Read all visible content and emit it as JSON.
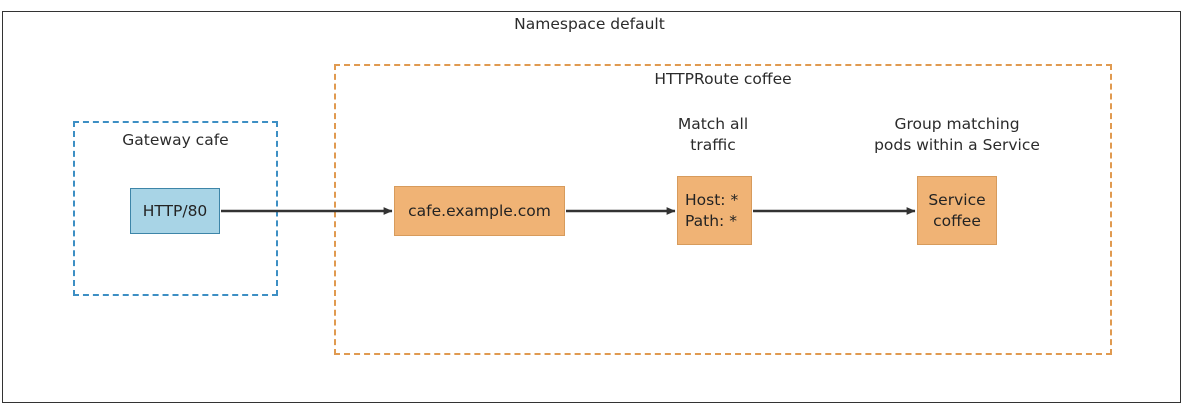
{
  "diagram": {
    "title": "Namespace default",
    "namespace": {
      "label": "Namespace default",
      "border_color": "#333333"
    },
    "groups": [
      {
        "id": "gateway",
        "label": "Gateway cafe",
        "style": "dashed",
        "border_color": "#3d8fc4"
      },
      {
        "id": "httproute",
        "label": "HTTPRoute coffee",
        "style": "dashed",
        "border_color": "#e09a50"
      }
    ],
    "nodes": [
      {
        "id": "listener",
        "label": "HTTP/80",
        "fill": "#a8d4e6",
        "stroke": "#3d85a8"
      },
      {
        "id": "hostname",
        "label": "cafe.example.com",
        "fill": "#f0b375",
        "stroke": "#d79b5c"
      },
      {
        "id": "match",
        "line1": "Host: *",
        "line2": "Path: *",
        "fill": "#f0b375",
        "stroke": "#d79b5c"
      },
      {
        "id": "service",
        "line1": "Service",
        "line2": "coffee",
        "fill": "#f0b375",
        "stroke": "#d79b5c"
      }
    ],
    "captions": [
      {
        "id": "match-caption",
        "line1": "Match all",
        "line2": "traffic"
      },
      {
        "id": "service-caption",
        "line1": "Group matching",
        "line2": "pods within a Service"
      }
    ],
    "edges": [
      {
        "id": "listener-to-hostname",
        "from": "listener",
        "to": "hostname",
        "color": "#333333"
      },
      {
        "id": "hostname-to-match",
        "from": "hostname",
        "to": "match",
        "color": "#333333"
      },
      {
        "id": "match-to-service",
        "from": "match",
        "to": "service",
        "color": "#333333"
      }
    ]
  }
}
